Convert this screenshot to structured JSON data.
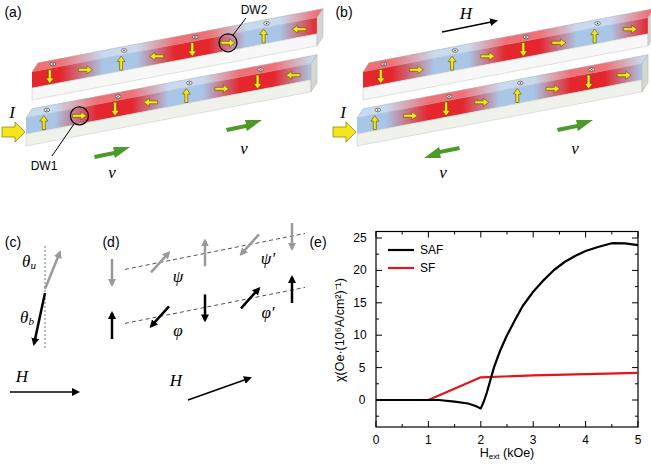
{
  "diagram": {
    "labels": [
      "(a)",
      "(b)",
      "(c)",
      "(d)",
      "(e)",
      "DW2",
      "DW1",
      "I",
      "v",
      "v",
      "I",
      "H",
      "v",
      "v",
      "θu",
      "θb",
      "H",
      "ψ",
      "ψ′",
      "φ",
      "φ′",
      "H",
      "χ(Oe·(10⁶A/cm²)⁻¹)",
      "0",
      "5",
      "10",
      "15",
      "20",
      "25",
      "0",
      "1",
      "2",
      "3",
      "4",
      "5",
      "Hext (kOe)"
    ],
    "legend": [
      {
        "text": "SAF"
      },
      {
        "text": "SF"
      }
    ]
  }
}
